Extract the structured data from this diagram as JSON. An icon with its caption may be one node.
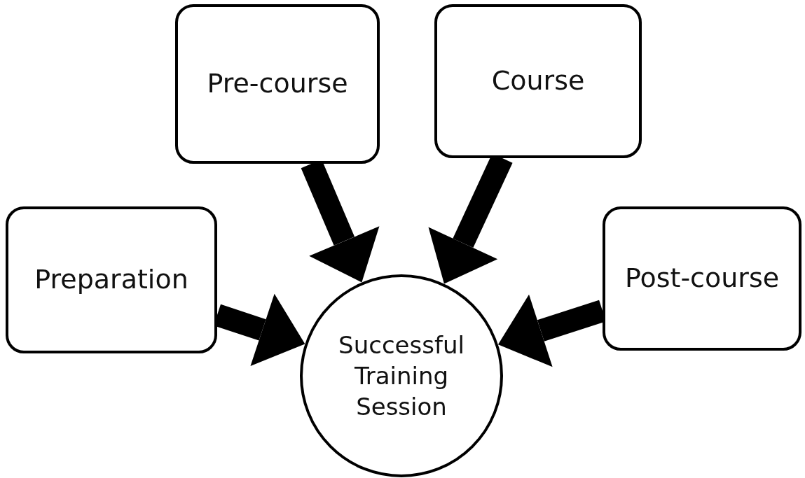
{
  "diagram": {
    "nodes": [
      {
        "text": [
          "Pre-course"
        ]
      },
      {
        "text": [
          "Course"
        ]
      },
      {
        "text": [
          "Preparation"
        ]
      },
      {
        "text": [
          "Post-course"
        ]
      },
      {
        "text": [
          "Successful Training Session"
        ]
      }
    ],
    "edges": [
      {
        "from": 2,
        "to": 4,
        "arrow": "to"
      },
      {
        "from": 0,
        "to": 4,
        "arrow": "to"
      },
      {
        "from": 1,
        "to": 4,
        "arrow": "to"
      },
      {
        "from": 3,
        "to": 4,
        "arrow": "to"
      }
    ]
  }
}
